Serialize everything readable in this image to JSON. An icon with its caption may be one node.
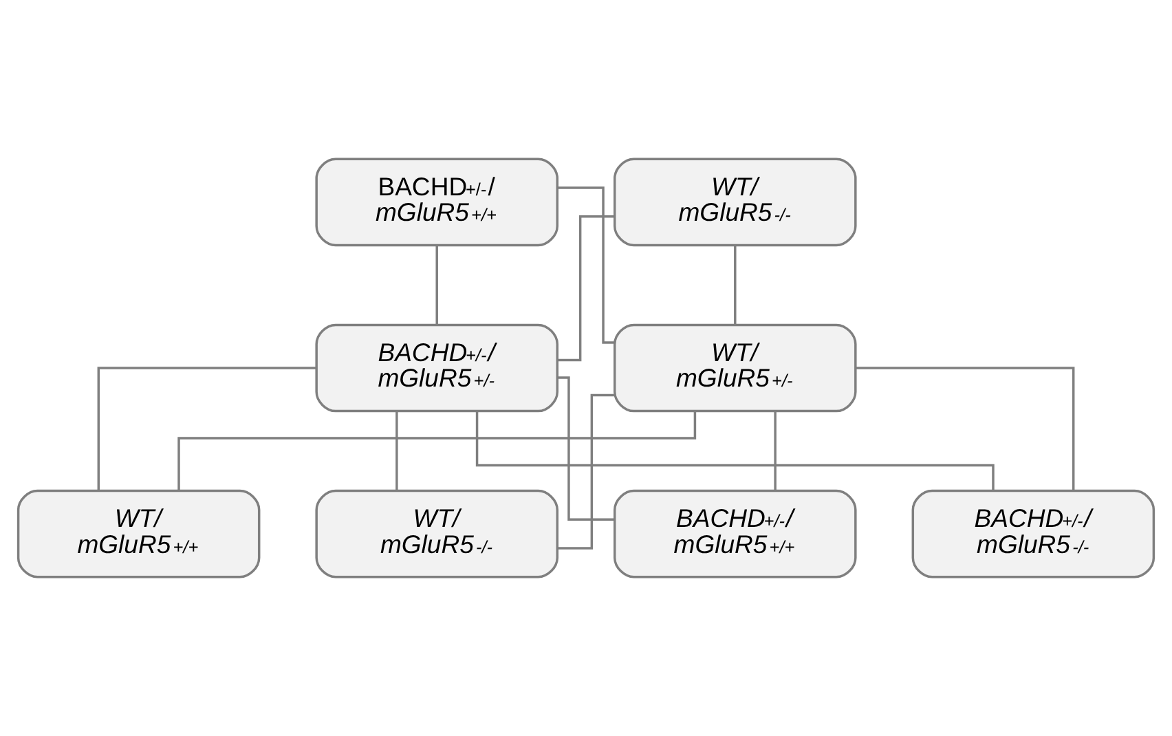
{
  "diagram": {
    "nodes": [
      {
        "text": [
          "BACHD$^{+/-}$/ *mGluR5$^{+/+}$*"
        ]
      },
      {
        "text": [
          "WT/ mGluR5$^{-/-}$"
        ]
      },
      {
        "text": [
          "BACHD$^{+/-}$/ mGluR5$^{+/-}$"
        ]
      },
      {
        "text": [
          "WT/ mGluR5$^{+/-}$"
        ]
      },
      {
        "text": [
          "WT/ mGluR5$^{+/+}$"
        ]
      },
      {
        "text": [
          "WT/ mGluR5$^{-/-}$"
        ]
      },
      {
        "text": [
          "BACHD$^{+/-}$/ mGluR5$^{+/+}$"
        ]
      },
      {
        "text": [
          "BACHD$^{+/-}$/ mGluR5$^{-/-}$"
        ]
      }
    ],
    "edges": [
      {
        "from": 0,
        "to": 2,
        "arrow": "none"
      },
      {
        "from": 0,
        "to": 3,
        "arrow": "none"
      },
      {
        "from": 1,
        "to": 2,
        "arrow": "none"
      },
      {
        "from": 1,
        "to": 3,
        "arrow": "none"
      },
      {
        "from": 2,
        "to": 4,
        "arrow": "none"
      },
      {
        "from": 2,
        "to": 5,
        "arrow": "none"
      },
      {
        "from": 2,
        "to": 6,
        "arrow": "none"
      },
      {
        "from": 2,
        "to": 7,
        "arrow": "none"
      },
      {
        "from": 3,
        "to": 4,
        "arrow": "none"
      },
      {
        "from": 3,
        "to": 5,
        "arrow": "none"
      },
      {
        "from": 3,
        "to": 6,
        "arrow": "none"
      },
      {
        "from": 3,
        "to": 7,
        "arrow": "none"
      }
    ]
  }
}
